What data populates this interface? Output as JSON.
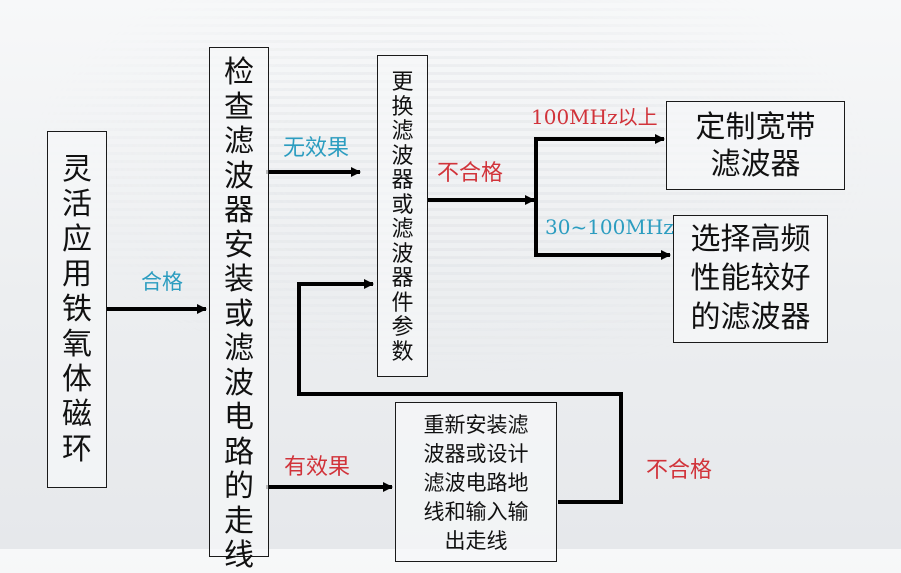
{
  "diagram": {
    "nodes": {
      "ferrite": {
        "text": "灵活应用铁氧体磁环"
      },
      "check": {
        "text": "检查滤波器安装或滤波电路的走线"
      },
      "replace": {
        "text": "更换滤波器或滤波器件参数"
      },
      "wideband": {
        "lines": [
          "定制宽带",
          "滤波器"
        ]
      },
      "highfreq": {
        "lines": [
          "选择高频",
          "性能较好",
          "的滤波器"
        ]
      },
      "reinstall": {
        "lines": [
          "重新安装滤",
          "波器或设计",
          "滤波电路地",
          "线和输入输",
          "出走线"
        ]
      }
    },
    "edges": {
      "ferrite_to_check": {
        "label": "合格",
        "color": "#2c9dc0"
      },
      "check_to_replace": {
        "label": "无效果",
        "color": "#2c9dc0"
      },
      "replace_to_branch": {
        "label": "不合格",
        "color": "#d1333a"
      },
      "branch_to_wideband": {
        "label": "100MHz以上",
        "color": "#d1333a"
      },
      "branch_to_highfreq": {
        "label": "30~100MHz",
        "color": "#2c9dc0"
      },
      "check_to_reinstall": {
        "label": "有效果",
        "color": "#d1333a"
      },
      "reinstall_to_replace": {
        "label": "不合格",
        "color": "#d1333a"
      }
    }
  }
}
